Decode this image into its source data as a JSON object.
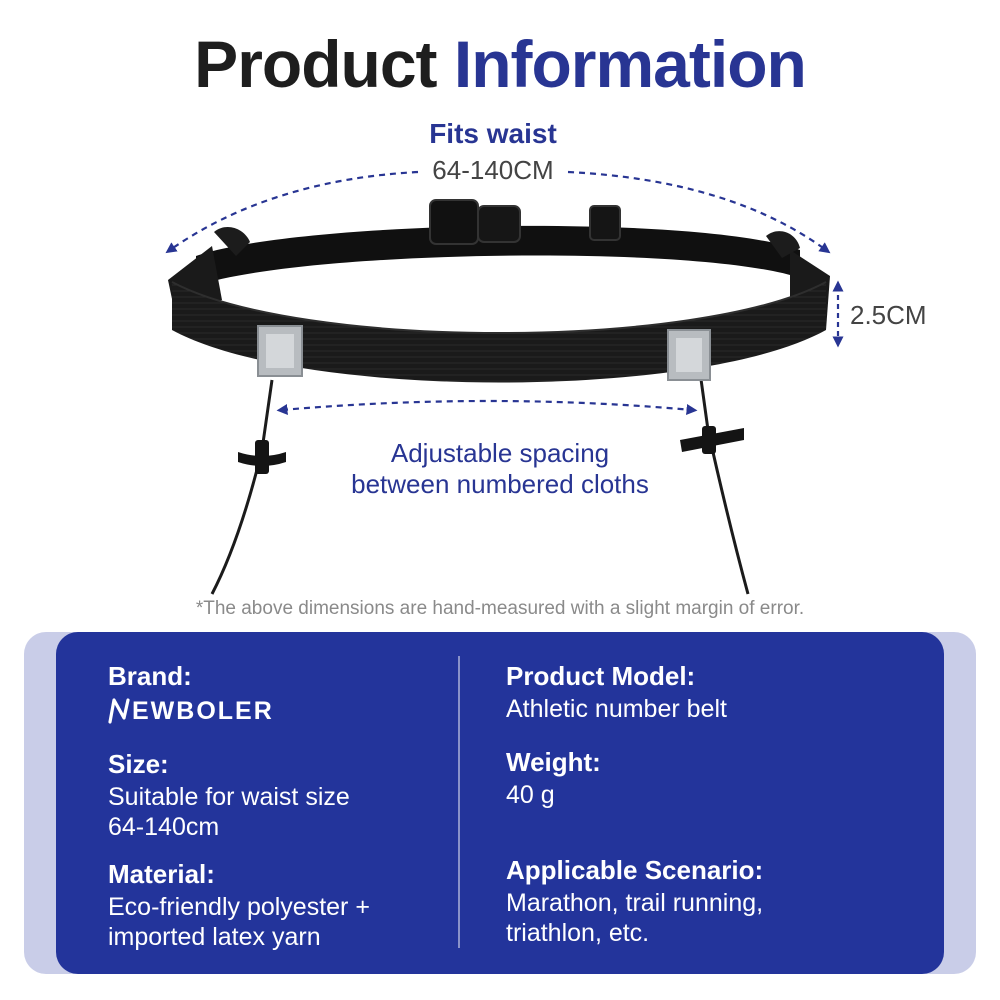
{
  "header": {
    "title_part1": "Product",
    "title_part2": "Information"
  },
  "colors": {
    "accent": "#283593",
    "panel": "#23349b",
    "panel_outer": "#c9cde8",
    "text_dark": "#1e1e1e"
  },
  "dimensions": {
    "fits_label": "Fits waist",
    "fits_value": "64-140CM",
    "width_value": "2.5CM",
    "spacing_line1": "Adjustable spacing",
    "spacing_line2": "between numbered cloths"
  },
  "disclaimer": "*The above dimensions are hand-measured with a slight margin of error.",
  "specs": {
    "brand_label": "Brand:",
    "brand_logo_text": "EWBOLER",
    "brand_value": "NEWBOLER",
    "size_label": "Size:",
    "size_value_line1": "Suitable for waist size",
    "size_value_line2": "64-140cm",
    "material_label": "Material:",
    "material_value_line1": "Eco-friendly polyester +",
    "material_value_line2": "imported latex yarn",
    "model_label": "Product Model:",
    "model_value": "Athletic number belt",
    "weight_label": "Weight:",
    "weight_value": "40 g",
    "scenario_label": "Applicable Scenario:",
    "scenario_value_line1": "Marathon, trail running,",
    "scenario_value_line2": "triathlon, etc."
  },
  "icons": [
    "belt-image",
    "dashed-arc-arrow",
    "vertical-arrow",
    "horizontal-arrow",
    "newboler-logo-mark"
  ]
}
